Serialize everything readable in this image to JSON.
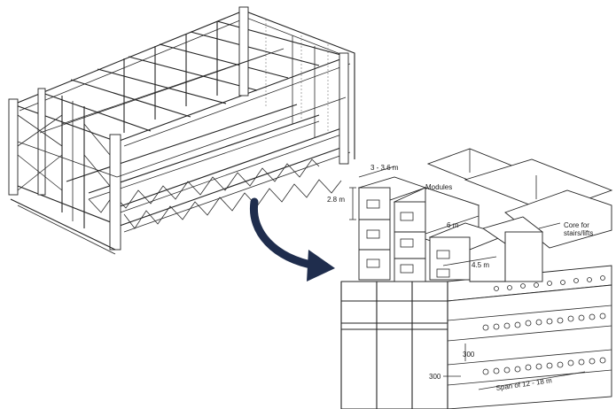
{
  "diagram": {
    "labels": {
      "module_width": "3 - 3.6 m",
      "module_height": "2.8 m",
      "modules": "Modules",
      "length_6m": "6 m",
      "core_line1": "Core for",
      "core_line2": "stairs/lifts",
      "length_45m": "4.5 m",
      "slab_300_a": "300",
      "slab_300_b": "300",
      "span": "Span of 12 - 18 m"
    },
    "colors": {
      "line": "#222222",
      "arrow": "#1f2d4d",
      "background": "#ffffff"
    }
  }
}
